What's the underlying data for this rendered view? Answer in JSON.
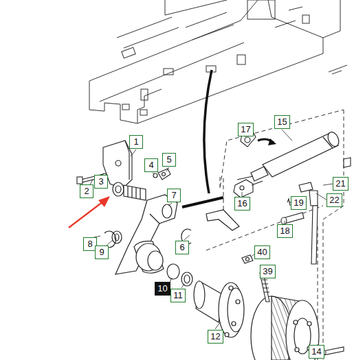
{
  "diagram": {
    "nodes": [
      {
        "text": [
          "15"
        ]
      },
      {
        "text": [
          "17"
        ]
      },
      {
        "text": [
          "1"
        ]
      },
      {
        "text": [
          "5"
        ]
      },
      {
        "text": [
          "4"
        ]
      },
      {
        "text": [
          "3"
        ]
      },
      {
        "text": [
          "2"
        ]
      },
      {
        "text": [
          "21"
        ]
      },
      {
        "text": [
          "7"
        ]
      },
      {
        "text": [
          "22"
        ]
      },
      {
        "text": [
          "19"
        ]
      },
      {
        "text": [
          "16"
        ]
      },
      {
        "text": [
          "18"
        ]
      },
      {
        "text": [
          "8"
        ]
      },
      {
        "text": [
          "6"
        ]
      },
      {
        "text": [
          "9"
        ]
      },
      {
        "text": [
          "40"
        ]
      },
      {
        "text": [
          "39"
        ]
      },
      {
        "text": [
          "10"
        ]
      },
      {
        "text": [
          "11"
        ]
      },
      {
        "text": [
          "12"
        ]
      },
      {
        "text": [
          "14"
        ]
      }
    ]
  }
}
